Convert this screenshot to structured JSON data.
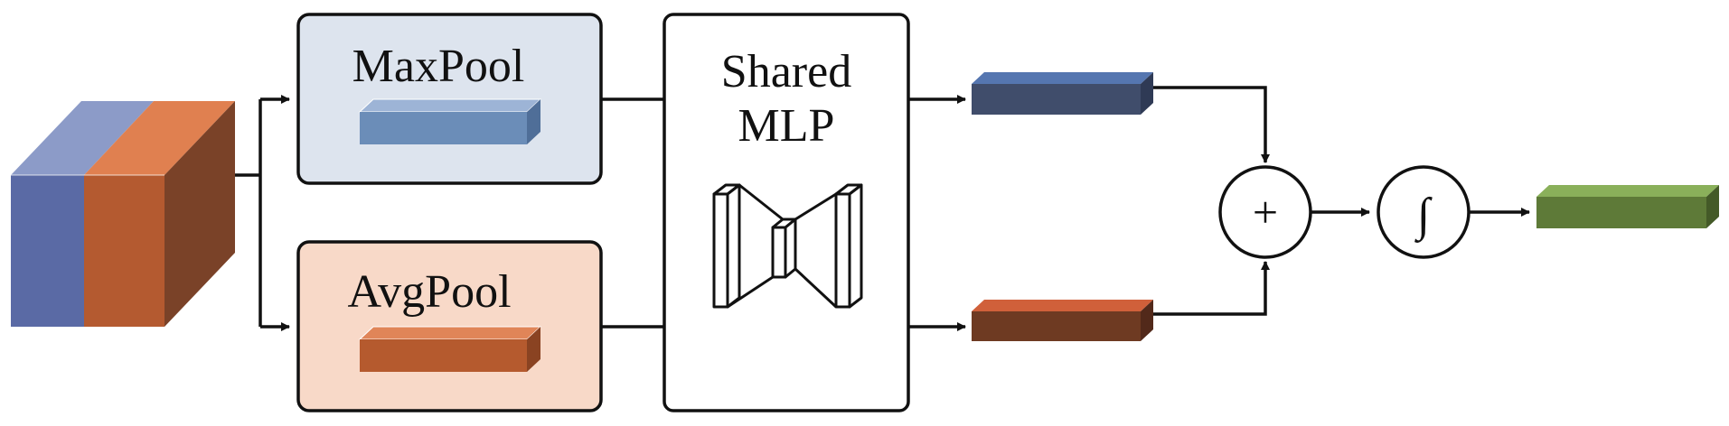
{
  "maxpool": {
    "label": "MaxPool"
  },
  "avgpool": {
    "label": "AvgPool"
  },
  "mlp": {
    "line1": "Shared",
    "line2": "MLP"
  },
  "sum_op": {
    "symbol": "+"
  },
  "activation_op": {
    "symbol": "∫"
  },
  "colors": {
    "input_blue_front": "#5a6aa5",
    "input_blue_top": "#8c9bc8",
    "input_orange_front": "#b45a30",
    "input_orange_top": "#e08050",
    "input_side": "#7a4228",
    "maxpool_box_fill": "#dde4ee",
    "maxpool_bar": "#6b8db8",
    "avgpool_box_fill": "#f8d9c8",
    "avgpool_bar": "#b55a2e",
    "out_blue_front": "#404d6b",
    "out_blue_top": "#5576b0",
    "out_brown_front": "#6e3a22",
    "out_brown_top": "#d0603a",
    "final_green_front": "#5e7a38",
    "final_green_top": "#8ab05a",
    "stroke": "#111111"
  }
}
